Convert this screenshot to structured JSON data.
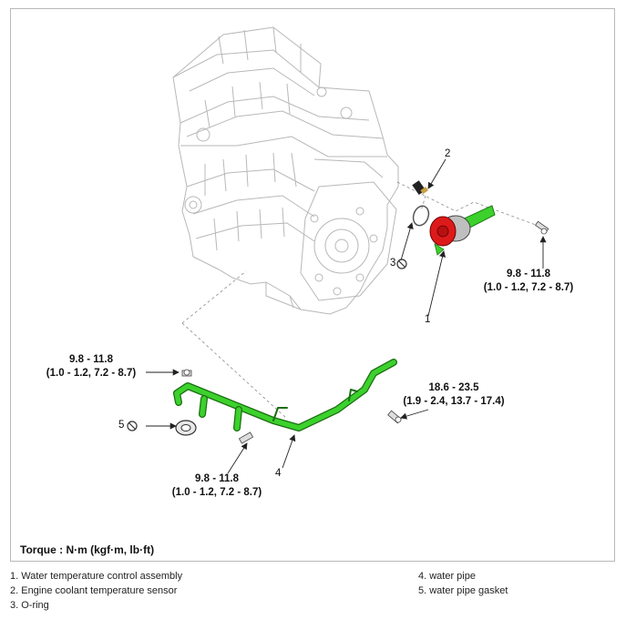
{
  "torque_note": "Torque : N·m (kgf·m, lb·ft)",
  "callouts": {
    "upper_right": {
      "line1": "9.8 - 11.8",
      "line2": "(1.0 - 1.2, 7.2 - 8.7)"
    },
    "left": {
      "line1": "9.8 - 11.8",
      "line2": "(1.0 - 1.2, 7.2 - 8.7)"
    },
    "right": {
      "line1": "18.6 - 23.5",
      "line2": "(1.9 - 2.4, 13.7 - 17.4)"
    },
    "bottom": {
      "line1": "9.8 - 11.8",
      "line2": "(1.0 - 1.2, 7.2 - 8.7)"
    }
  },
  "part_numbers": {
    "p1": "1",
    "p2": "2",
    "p3": "3",
    "p4": "4",
    "p5": "5"
  },
  "legend": {
    "left": [
      "1. Water temperature control assembly",
      "2. Engine coolant temperature sensor",
      "3. O-ring"
    ],
    "right": [
      "4. water pipe",
      "5. water pipe gasket"
    ]
  }
}
